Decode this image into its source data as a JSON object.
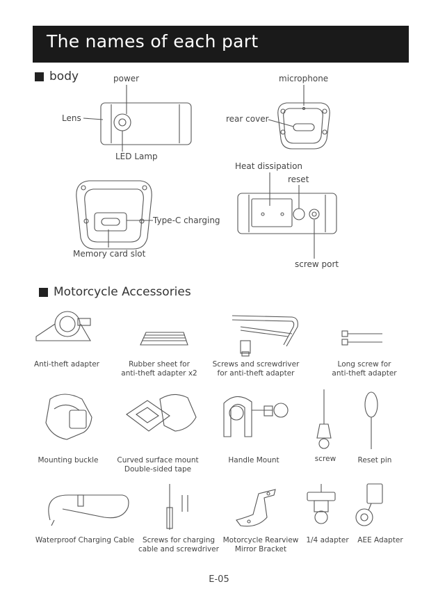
{
  "banner": {
    "title": "The names of each part"
  },
  "body_section": {
    "heading": "body",
    "labels": {
      "power": "power",
      "microphone": "microphone",
      "lens": "Lens",
      "rear_cover": "rear cover",
      "led_lamp": "LED Lamp",
      "heat_dissipation": "Heat dissipation",
      "reset": "reset",
      "type_c": "Type-C charging",
      "memory_card": "Memory card slot",
      "screw_port": "screw port"
    }
  },
  "accessories_section": {
    "heading": "Motorcycle Accessories",
    "row1": [
      {
        "line1": "Anti-theft adapter",
        "line2": ""
      },
      {
        "line1": "Rubber sheet for",
        "line2": "anti-theft adapter x2"
      },
      {
        "line1": "Screws and screwdriver",
        "line2": "for anti-theft adapter"
      },
      {
        "line1": "Long screw for",
        "line2": "anti-theft adapter"
      }
    ],
    "row2": [
      {
        "line1": "Mounting buckle",
        "line2": ""
      },
      {
        "line1": "Curved surface mount",
        "line2": "Double-sided tape"
      },
      {
        "line1": "Handle Mount",
        "line2": ""
      },
      {
        "line1": "screw",
        "line2": ""
      },
      {
        "line1": "Reset pin",
        "line2": ""
      }
    ],
    "row3": [
      {
        "line1": "Waterproof Charging Cable",
        "line2": ""
      },
      {
        "line1": "Screws for charging",
        "line2": "cable and screwdriver"
      },
      {
        "line1": "Motorcycle Rearview",
        "line2": "Mirror Bracket"
      },
      {
        "line1": "1/4 adapter",
        "line2": ""
      },
      {
        "line1": "AEE Adapter",
        "line2": ""
      }
    ]
  },
  "footer": {
    "page": "E-05"
  }
}
